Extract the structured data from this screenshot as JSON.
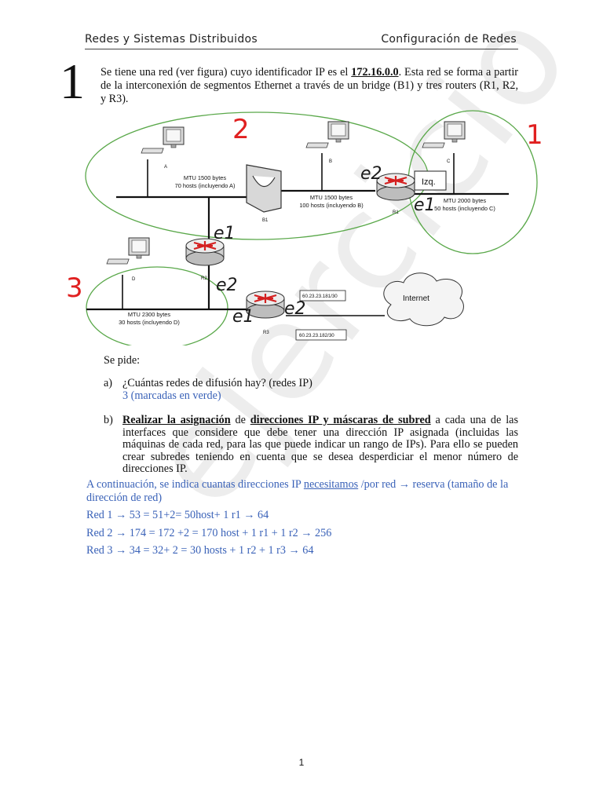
{
  "header": {
    "left": "Redes y Sistemas Distribuidos",
    "right": "Configuración de Redes"
  },
  "question_number": "1",
  "intro": {
    "p1": "Se tiene una red (ver figura) cuyo identificador IP es el ",
    "ip": "172.16.0.0",
    "p2": ". Esta red se forma a partir de la interconexión de segmentos Ethernet a través de un bridge (B1) y tres routers (R1, R2, y R3)."
  },
  "figure": {
    "net_numbers": [
      "2",
      "1",
      "3"
    ],
    "host_labels": [
      "A",
      "B",
      "C",
      "D"
    ],
    "seg_a": [
      "MTU 1500 bytes",
      "70 hosts (incluyendo A)"
    ],
    "seg_b": [
      "MTU 1500 bytes",
      "100 hosts (incluyendo B)"
    ],
    "seg_c": [
      "MTU 2000 bytes",
      "50 hosts (incluyendo C)"
    ],
    "seg_d": [
      "MTU 2300 bytes",
      "30 hosts (incluyendo D)"
    ],
    "devices": {
      "b1": "B1",
      "r1": "R1",
      "r2": "R2",
      "r3": "R3"
    },
    "izq": "Izq.",
    "internet": "Internet",
    "ip_top": "60.23.23.181/30",
    "ip_bottom": "60.23.23.182/30",
    "iface": {
      "r1_e2": "e2",
      "r1_e1": "e1",
      "r2_e1": "e1",
      "r2_e2": "e2",
      "r3_e1": "e1",
      "r3_e2": "e2"
    },
    "colors": {
      "ellipse": "#5aa84a",
      "handwriting": "#e02020",
      "annotation": "#1a1a1a"
    }
  },
  "se_pide": "Se pide:",
  "item_a": {
    "label": "a)",
    "question": "¿Cuántas redes de difusión hay? (redes IP)",
    "answer": "3 (marcadas en verde)"
  },
  "item_b": {
    "label": "b)",
    "t1": "Realizar la asignación",
    "t2": " de ",
    "t3": "direcciones IP y máscaras de subred",
    "t4": " a cada una de las interfaces que considere que debe tener una dirección IP asignada (incluidas las máquinas de cada red, para las que puede indicar un rango de IPs). Para ello se pueden crear subredes teniendo en cuenta que se desea desperdiciar el menor número de direcciones IP."
  },
  "continuation": {
    "a": "A continuación, se indica cuantas direcciones IP ",
    "b": "necesitamos",
    "c": " /por red → reserva (tamaño de la dirección de red)"
  },
  "answers": [
    "Red 1 → 53 = 51+2= 50host+ 1 r1 → 64",
    "Red 2 → 174 = 172 +2 = 170 host + 1 r1 + 1 r2 → 256",
    "Red 3 → 34 = 32+ 2 = 30 hosts + 1 r2 + 1 r3 → 64"
  ],
  "watermark": "ejercicio",
  "page_number": "1"
}
